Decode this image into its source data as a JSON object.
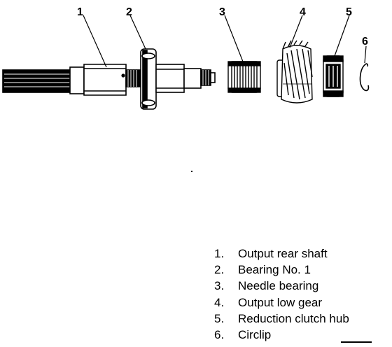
{
  "parts": [
    {
      "number": "1",
      "name": "Output rear shaft"
    },
    {
      "number": "2",
      "name": "Bearing No. 1"
    },
    {
      "number": "3",
      "name": "Needle bearing"
    },
    {
      "number": "4",
      "name": "Output low gear"
    },
    {
      "number": "5",
      "name": "Reduction clutch hub"
    },
    {
      "number": "6",
      "name": "Circlip"
    }
  ],
  "legend": [
    {
      "label": "1.",
      "text": "Output rear shaft"
    },
    {
      "label": "2.",
      "text": "Bearing No. 1"
    },
    {
      "label": "3.",
      "text": "Needle bearing"
    },
    {
      "label": "4.",
      "text": "Output low gear"
    },
    {
      "label": "5.",
      "text": "Reduction clutch hub"
    },
    {
      "label": "6.",
      "text": "Circlip"
    }
  ]
}
